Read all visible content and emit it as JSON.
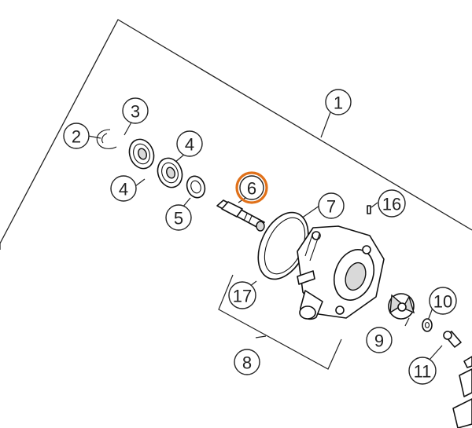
{
  "diagram": {
    "highlight_color": "#e0711a",
    "callouts": [
      {
        "id": "c1",
        "label": "1"
      },
      {
        "id": "c2",
        "label": "2"
      },
      {
        "id": "c3",
        "label": "3"
      },
      {
        "id": "c4a",
        "label": "4"
      },
      {
        "id": "c4b",
        "label": "4"
      },
      {
        "id": "c5",
        "label": "5"
      },
      {
        "id": "c6",
        "label": "6",
        "highlighted": true
      },
      {
        "id": "c7",
        "label": "7"
      },
      {
        "id": "c16",
        "label": "16"
      },
      {
        "id": "c17",
        "label": "17"
      },
      {
        "id": "c8",
        "label": "8"
      },
      {
        "id": "c9",
        "label": "9"
      },
      {
        "id": "c10",
        "label": "10"
      },
      {
        "id": "c11",
        "label": "11"
      }
    ]
  }
}
